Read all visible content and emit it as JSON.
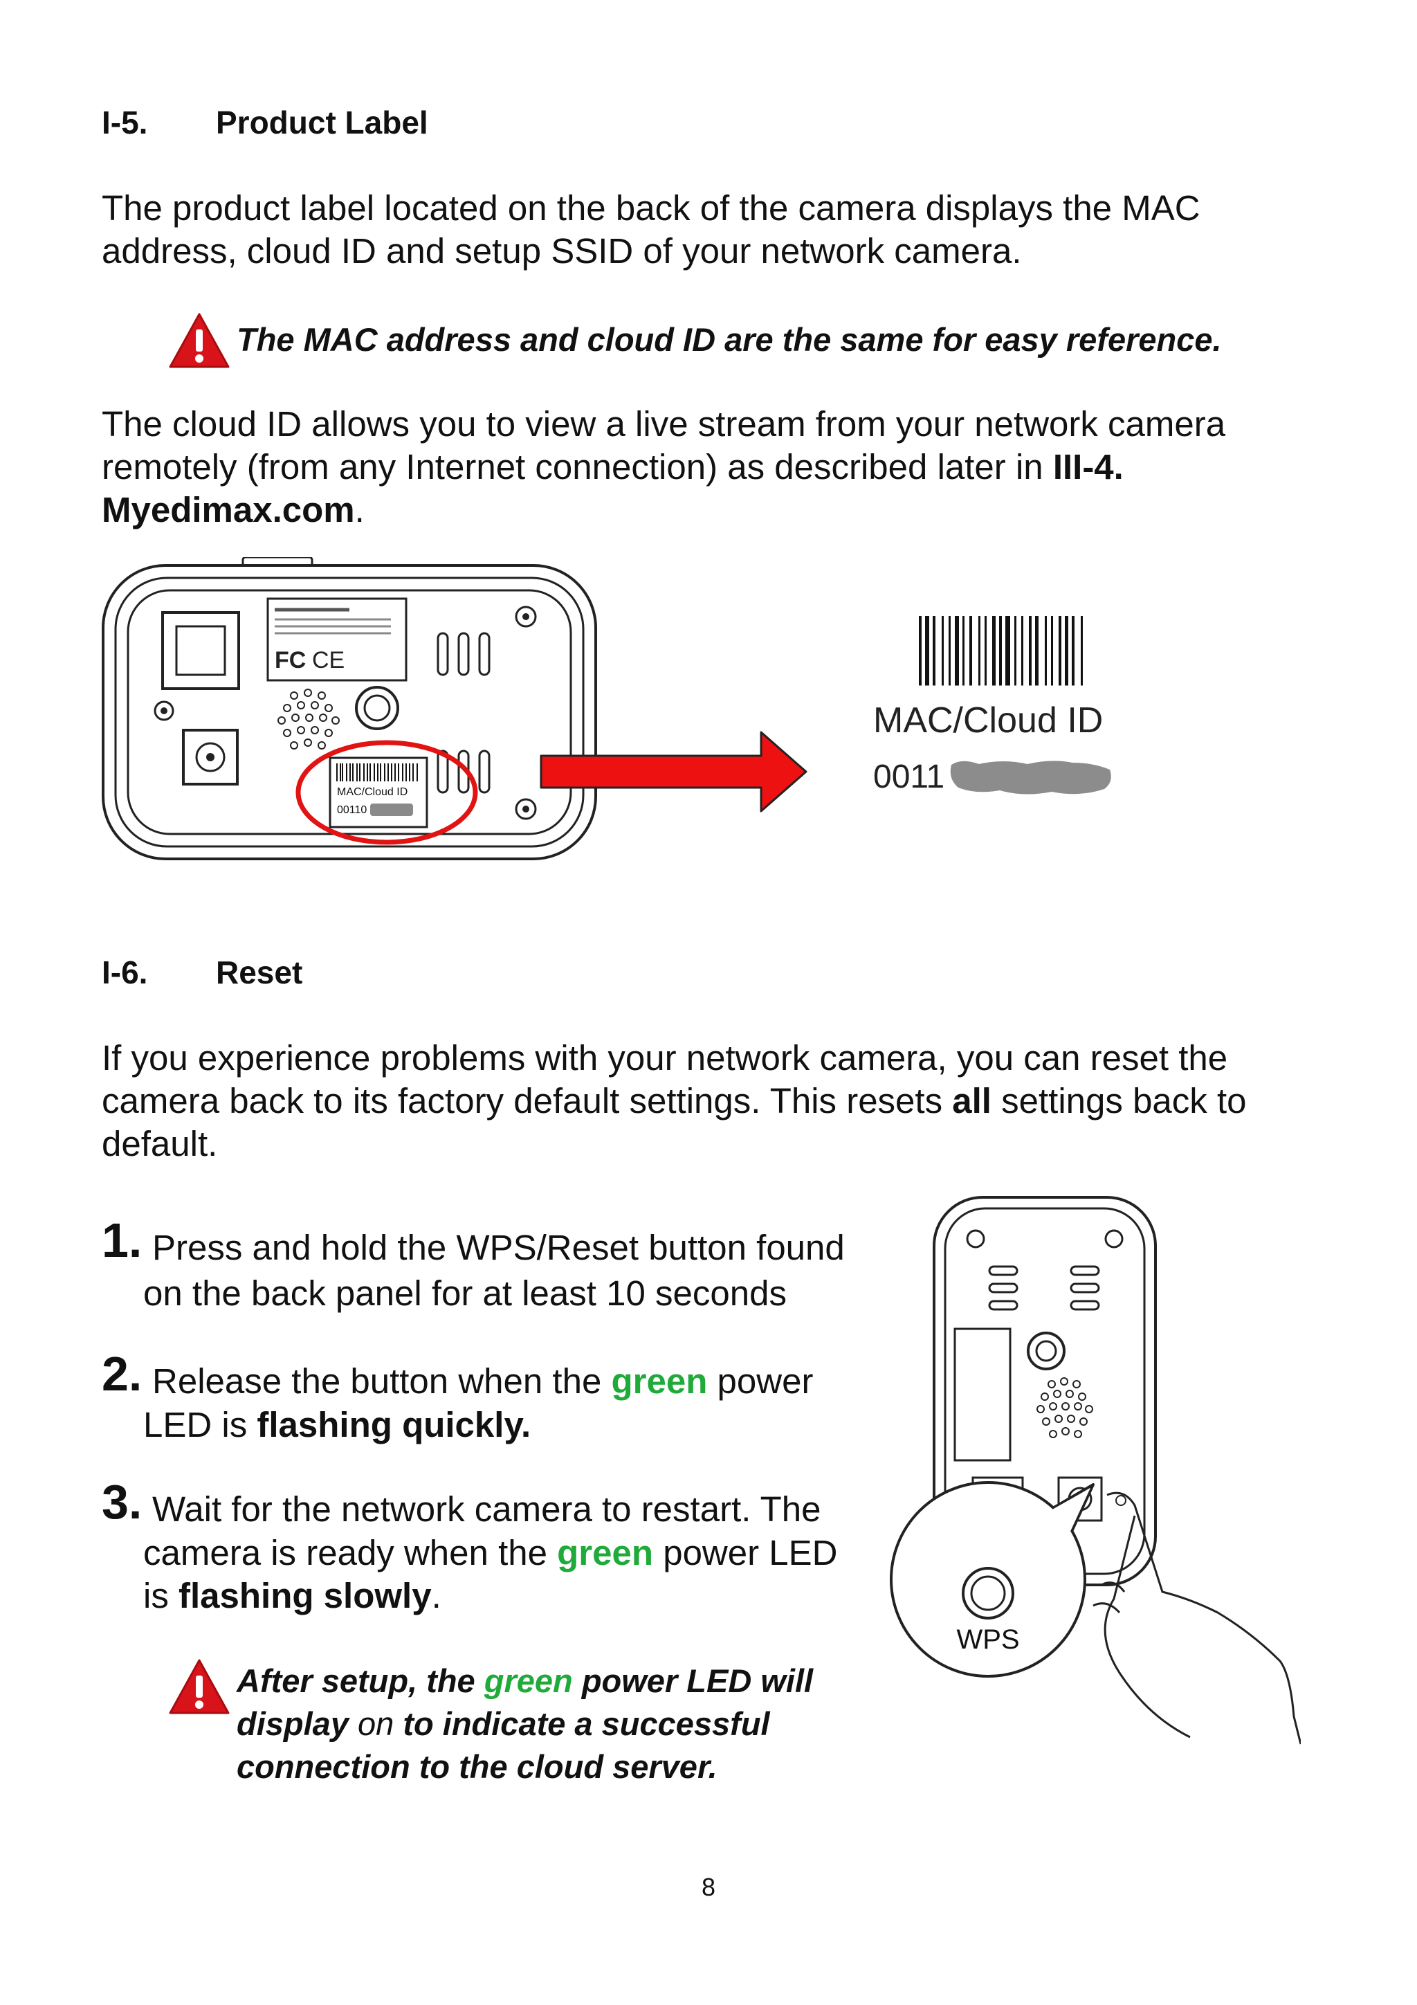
{
  "section1": {
    "number": "I-5.",
    "title": "Product Label",
    "para1": "The product label located on the back of the camera displays the MAC address, cloud ID and setup SSID of your network camera.",
    "note": "The MAC address and cloud ID are the same for easy reference.",
    "para2_a": "The cloud ID allows you to view a live stream from your network camera remotely (from any Internet connection) as described later in ",
    "para2_bold": "III-4. Myedimax.com",
    "para2_end": "."
  },
  "label_figure": {
    "mac_label": "MAC/Cloud ID",
    "mac_value_prefix": "0011",
    "small_label": "MAC/Cloud ID",
    "small_value": "00110"
  },
  "section2": {
    "number": "I-6.",
    "title": "Reset",
    "para_a": "If you experience problems with your network camera, you can reset the camera back to its factory default settings. This resets ",
    "para_bold": "all",
    "para_end": " settings back to default.",
    "steps": [
      {
        "num": "1.",
        "text_line1": "Press and hold the WPS/Reset button found",
        "text_line2": "on the back panel for at least 10 seconds"
      },
      {
        "num": "2.",
        "text_a": "Release the button when the ",
        "green": "green",
        "text_b": " power",
        "text_c": "LED is ",
        "bold": "flashing quickly."
      },
      {
        "num": "3.",
        "text_a": "Wait for the network camera to restart. The",
        "text_b": "camera is ready when the ",
        "green": "green",
        "text_c": " power LED",
        "text_d": "is ",
        "bold": "flashing slowly",
        "text_e": "."
      }
    ],
    "note_a": "After setup, the ",
    "note_green": "green",
    "note_b": " power LED will",
    "note_c": "display ",
    "note_on": "on",
    "note_d": " to indicate a successful",
    "note_e": "connection to the cloud server."
  },
  "wps_figure": {
    "label": "WPS"
  },
  "page_number": "8",
  "colors": {
    "green": "#1faa3a",
    "red_arrow": "#ee1111",
    "warning_red": "#d8141a"
  }
}
